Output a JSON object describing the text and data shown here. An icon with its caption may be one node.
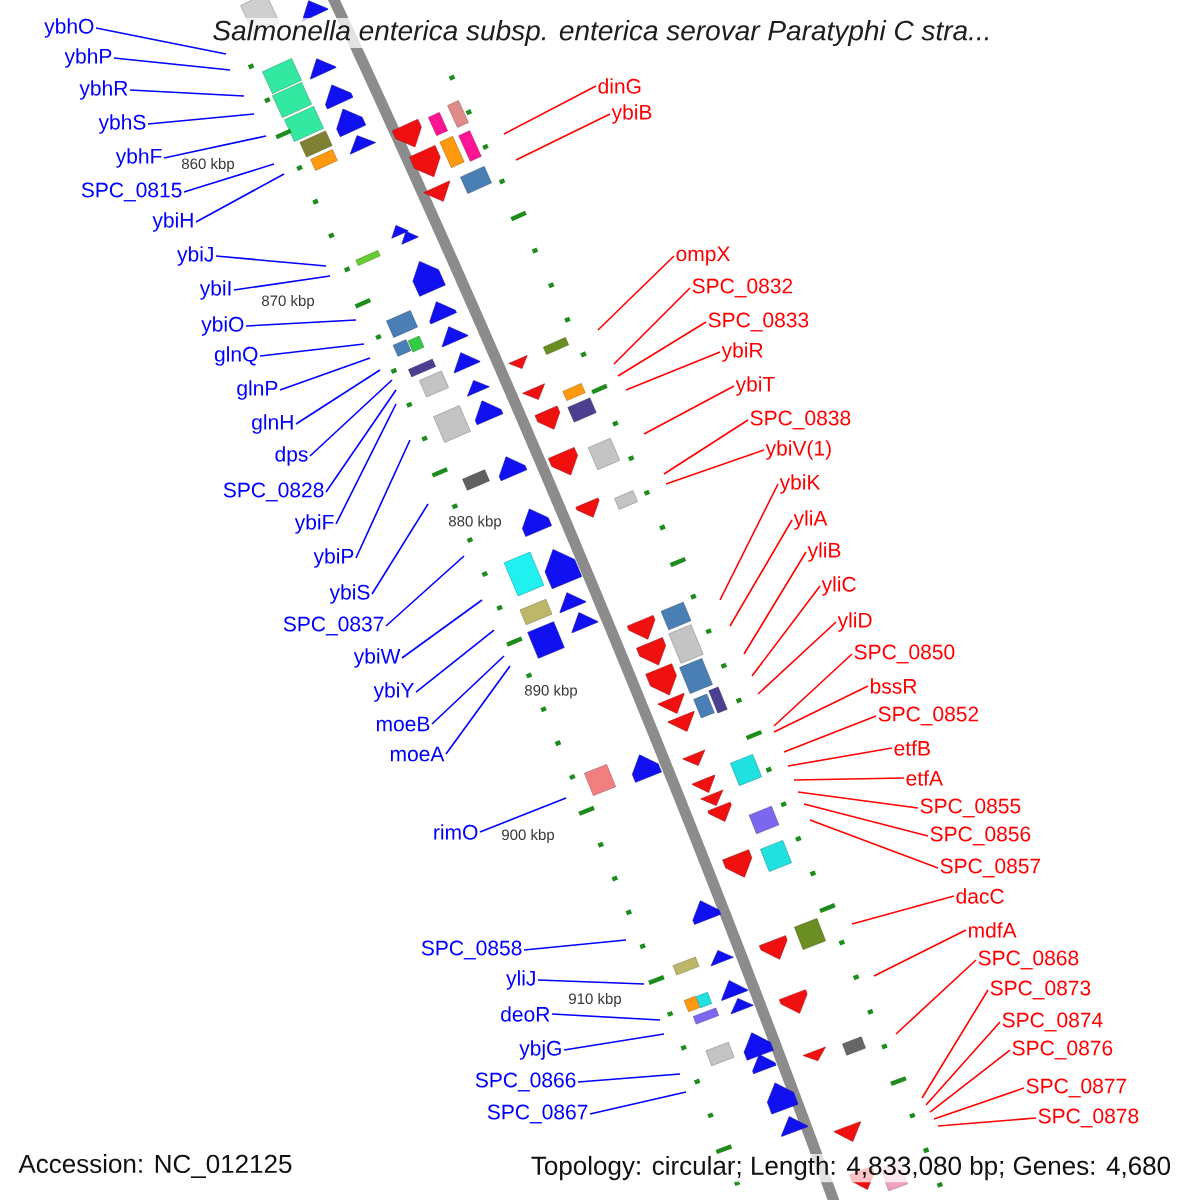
{
  "diagram": {
    "title": "Salmonella enterica subsp. enterica serovar Paratyphi C stra...",
    "nodes": [
      {
        "text": [
          "ybhO"
        ]
      },
      {
        "text": [
          "ybhP"
        ]
      },
      {
        "text": [
          "ybhR"
        ]
      },
      {
        "text": [
          "ybhS"
        ]
      },
      {
        "text": [
          "ybhF"
        ]
      },
      {
        "text": [
          "SPC_0815"
        ]
      },
      {
        "text": [
          "ybiH"
        ]
      },
      {
        "text": [
          "ybiJ"
        ]
      },
      {
        "text": [
          "ybiI"
        ]
      },
      {
        "text": [
          "ybiO"
        ]
      },
      {
        "text": [
          "glnQ"
        ]
      },
      {
        "text": [
          "glnP"
        ]
      },
      {
        "text": [
          "glnH"
        ]
      },
      {
        "text": [
          "dps"
        ]
      },
      {
        "text": [
          "SPC_0828"
        ]
      },
      {
        "text": [
          "ybiF"
        ]
      },
      {
        "text": [
          "ybiP"
        ]
      },
      {
        "text": [
          "ybiS"
        ]
      },
      {
        "text": [
          "SPC_0837"
        ]
      },
      {
        "text": [
          "ybiW"
        ]
      },
      {
        "text": [
          "ybiY"
        ]
      },
      {
        "text": [
          "moeB"
        ]
      },
      {
        "text": [
          "moeA"
        ]
      },
      {
        "text": [
          "rimO"
        ]
      },
      {
        "text": [
          "SPC_0858"
        ]
      },
      {
        "text": [
          "yliJ"
        ]
      },
      {
        "text": [
          "deoR"
        ]
      },
      {
        "text": [
          "ybjG"
        ]
      },
      {
        "text": [
          "SPC_0866"
        ]
      },
      {
        "text": [
          "SPC_0867"
        ]
      },
      {
        "text": [
          "dinG"
        ]
      },
      {
        "text": [
          "ybiB"
        ]
      },
      {
        "text": [
          "ompX"
        ]
      },
      {
        "text": [
          "SPC_0832"
        ]
      },
      {
        "text": [
          "SPC_0833"
        ]
      },
      {
        "text": [
          "ybiR"
        ]
      },
      {
        "text": [
          "ybiT"
        ]
      },
      {
        "text": [
          "SPC_0838"
        ]
      },
      {
        "text": [
          "ybiV(1)"
        ]
      },
      {
        "text": [
          "ybiK"
        ]
      },
      {
        "text": [
          "yliA"
        ]
      },
      {
        "text": [
          "yliB"
        ]
      },
      {
        "text": [
          "yliC"
        ]
      },
      {
        "text": [
          "yliD"
        ]
      },
      {
        "text": [
          "SPC_0850"
        ]
      },
      {
        "text": [
          "bssR"
        ]
      },
      {
        "text": [
          "SPC_0852"
        ]
      },
      {
        "text": [
          "etfB"
        ]
      },
      {
        "text": [
          "etfA"
        ]
      },
      {
        "text": [
          "SPC_0855"
        ]
      },
      {
        "text": [
          "SPC_0856"
        ]
      },
      {
        "text": [
          "SPC_0857"
        ]
      },
      {
        "text": [
          "dacC"
        ]
      },
      {
        "text": [
          "mdfA"
        ]
      },
      {
        "text": [
          "SPC_0868"
        ]
      },
      {
        "text": [
          "SPC_0873"
        ]
      },
      {
        "text": [
          "SPC_0874"
        ]
      },
      {
        "text": [
          "SPC_0876"
        ]
      },
      {
        "text": [
          "SPC_0877"
        ]
      },
      {
        "text": [
          "SPC_0878"
        ]
      }
    ],
    "edges": [
      {
        "from": 0,
        "to": null,
        "arrow": "none",
        "color": "#0000ff"
      },
      {
        "from": 1,
        "to": null,
        "arrow": "none",
        "color": "#0000ff"
      },
      {
        "from": 2,
        "to": null,
        "arrow": "none",
        "color": "#0000ff"
      },
      {
        "from": 3,
        "to": null,
        "arrow": "none",
        "color": "#0000ff"
      },
      {
        "from": 4,
        "to": null,
        "arrow": "none",
        "color": "#0000ff"
      },
      {
        "from": 5,
        "to": null,
        "arrow": "none",
        "color": "#0000ff"
      },
      {
        "from": 6,
        "to": null,
        "arrow": "none",
        "color": "#0000ff"
      },
      {
        "from": 7,
        "to": null,
        "arrow": "none",
        "color": "#0000ff"
      },
      {
        "from": 8,
        "to": null,
        "arrow": "none",
        "color": "#0000ff"
      },
      {
        "from": 9,
        "to": null,
        "arrow": "none",
        "color": "#0000ff"
      },
      {
        "from": 10,
        "to": null,
        "arrow": "none",
        "color": "#0000ff"
      },
      {
        "from": 11,
        "to": null,
        "arrow": "none",
        "color": "#0000ff"
      },
      {
        "from": 12,
        "to": null,
        "arrow": "none",
        "color": "#0000ff"
      },
      {
        "from": 13,
        "to": null,
        "arrow": "none",
        "color": "#0000ff"
      },
      {
        "from": 14,
        "to": null,
        "arrow": "none",
        "color": "#0000ff"
      },
      {
        "from": 15,
        "to": null,
        "arrow": "none",
        "color": "#0000ff"
      },
      {
        "from": 16,
        "to": null,
        "arrow": "none",
        "color": "#0000ff"
      },
      {
        "from": 17,
        "to": null,
        "arrow": "none",
        "color": "#0000ff"
      },
      {
        "from": 18,
        "to": null,
        "arrow": "none",
        "color": "#0000ff"
      },
      {
        "from": 19,
        "to": null,
        "arrow": "none",
        "color": "#0000ff"
      },
      {
        "from": 20,
        "to": null,
        "arrow": "none",
        "color": "#0000ff"
      },
      {
        "from": 21,
        "to": null,
        "arrow": "none",
        "color": "#0000ff"
      },
      {
        "from": 22,
        "to": null,
        "arrow": "none",
        "color": "#0000ff"
      },
      {
        "from": 23,
        "to": null,
        "arrow": "none",
        "color": "#0000ff"
      },
      {
        "from": 24,
        "to": null,
        "arrow": "none",
        "color": "#0000ff"
      },
      {
        "from": 25,
        "to": null,
        "arrow": "none",
        "color": "#0000ff"
      },
      {
        "from": 26,
        "to": null,
        "arrow": "none",
        "color": "#0000ff"
      },
      {
        "from": 27,
        "to": null,
        "arrow": "none",
        "color": "#0000ff"
      },
      {
        "from": 28,
        "to": null,
        "arrow": "none",
        "color": "#0000ff"
      },
      {
        "from": 29,
        "to": null,
        "arrow": "none",
        "color": "#0000ff"
      },
      {
        "from": 30,
        "to": null,
        "arrow": "none",
        "color": "#ff0000"
      },
      {
        "from": 31,
        "to": null,
        "arrow": "none",
        "color": "#ff0000"
      },
      {
        "from": 32,
        "to": null,
        "arrow": "none",
        "color": "#ff0000"
      },
      {
        "from": 33,
        "to": null,
        "arrow": "none",
        "color": "#ff0000"
      },
      {
        "from": 34,
        "to": null,
        "arrow": "none",
        "color": "#ff0000"
      },
      {
        "from": 35,
        "to": null,
        "arrow": "none",
        "color": "#ff0000"
      },
      {
        "from": 36,
        "to": null,
        "arrow": "none",
        "color": "#ff0000"
      },
      {
        "from": 37,
        "to": null,
        "arrow": "none",
        "color": "#ff0000"
      },
      {
        "from": 38,
        "to": null,
        "arrow": "none",
        "color": "#ff0000"
      },
      {
        "from": 39,
        "to": null,
        "arrow": "none",
        "color": "#ff0000"
      },
      {
        "from": 40,
        "to": null,
        "arrow": "none",
        "color": "#ff0000"
      },
      {
        "from": 41,
        "to": null,
        "arrow": "none",
        "color": "#ff0000"
      },
      {
        "from": 42,
        "to": null,
        "arrow": "none",
        "color": "#ff0000"
      },
      {
        "from": 43,
        "to": null,
        "arrow": "none",
        "color": "#ff0000"
      },
      {
        "from": 44,
        "to": null,
        "arrow": "none",
        "color": "#ff0000"
      },
      {
        "from": 45,
        "to": null,
        "arrow": "none",
        "color": "#ff0000"
      },
      {
        "from": 46,
        "to": null,
        "arrow": "none",
        "color": "#ff0000"
      },
      {
        "from": 47,
        "to": null,
        "arrow": "none",
        "color": "#ff0000"
      },
      {
        "from": 48,
        "to": null,
        "arrow": "none",
        "color": "#ff0000"
      },
      {
        "from": 49,
        "to": null,
        "arrow": "none",
        "color": "#ff0000"
      },
      {
        "from": 50,
        "to": null,
        "arrow": "none",
        "color": "#ff0000"
      },
      {
        "from": 51,
        "to": null,
        "arrow": "none",
        "color": "#ff0000"
      },
      {
        "from": 52,
        "to": null,
        "arrow": "none",
        "color": "#ff0000"
      },
      {
        "from": 53,
        "to": null,
        "arrow": "none",
        "color": "#ff0000"
      },
      {
        "from": 54,
        "to": null,
        "arrow": "none",
        "color": "#ff0000"
      },
      {
        "from": 55,
        "to": null,
        "arrow": "none",
        "color": "#ff0000"
      },
      {
        "from": 56,
        "to": null,
        "arrow": "none",
        "color": "#ff0000"
      },
      {
        "from": 57,
        "to": null,
        "arrow": "none",
        "color": "#ff0000"
      },
      {
        "from": 58,
        "to": null,
        "arrow": "none",
        "color": "#ff0000"
      },
      {
        "from": 59,
        "to": null,
        "arrow": "none",
        "color": "#ff0000"
      }
    ],
    "labels": [
      "860 kbp",
      "870 kbp",
      "880 kbp",
      "890 kbp",
      "900 kbp",
      "910 kbp",
      "Accession: NC_012125",
      "Topology: circular; Length: 4,833,080 bp; Genes: 4,680"
    ]
  }
}
